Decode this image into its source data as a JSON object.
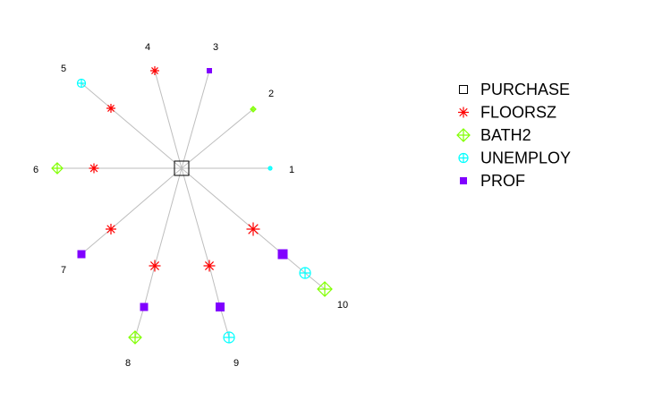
{
  "center_label": "PURCHASE",
  "legend": [
    {
      "label": "PURCHASE",
      "symbol": "open-square",
      "color": "#000000"
    },
    {
      "label": "FLOORSZ",
      "symbol": "asterisk",
      "color": "#ff0000"
    },
    {
      "label": "BATH2",
      "symbol": "diamond-plus",
      "color": "#80ff00"
    },
    {
      "label": "UNEMPLOY",
      "symbol": "circle-plus",
      "color": "#00ffff"
    },
    {
      "label": "PROF",
      "symbol": "filled-square",
      "color": "#8000ff"
    }
  ],
  "spokes": [
    {
      "id": "1",
      "nodes": [
        "UNEMPLOY"
      ]
    },
    {
      "id": "2",
      "nodes": [
        "BATH2"
      ]
    },
    {
      "id": "3",
      "nodes": [
        "PROF"
      ]
    },
    {
      "id": "4",
      "nodes": [
        "FLOORSZ"
      ]
    },
    {
      "id": "5",
      "nodes": [
        "FLOORSZ",
        "UNEMPLOY"
      ]
    },
    {
      "id": "6",
      "nodes": [
        "FLOORSZ",
        "BATH2"
      ]
    },
    {
      "id": "7",
      "nodes": [
        "FLOORSZ",
        "PROF"
      ]
    },
    {
      "id": "8",
      "nodes": [
        "FLOORSZ",
        "PROF",
        "BATH2"
      ]
    },
    {
      "id": "9",
      "nodes": [
        "FLOORSZ",
        "PROF",
        "UNEMPLOY"
      ]
    },
    {
      "id": "10",
      "nodes": [
        "FLOORSZ",
        "PROF",
        "UNEMPLOY",
        "BATH2"
      ]
    }
  ]
}
